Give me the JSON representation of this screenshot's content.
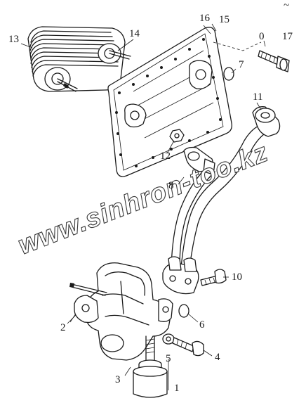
{
  "diagram": {
    "watermark": "www.sinhron-too.kz",
    "corner_mark": "~",
    "callouts": {
      "c0": "0",
      "c1": "1",
      "c2": "2",
      "c3": "3",
      "c4": "4",
      "c5": "5",
      "c6": "6",
      "c7": "7",
      "c8": "8",
      "c10": "10",
      "c11": "11",
      "c12": "12",
      "c13": "13",
      "c14": "14",
      "c15": "15",
      "c16": "16",
      "c17": "17"
    }
  }
}
